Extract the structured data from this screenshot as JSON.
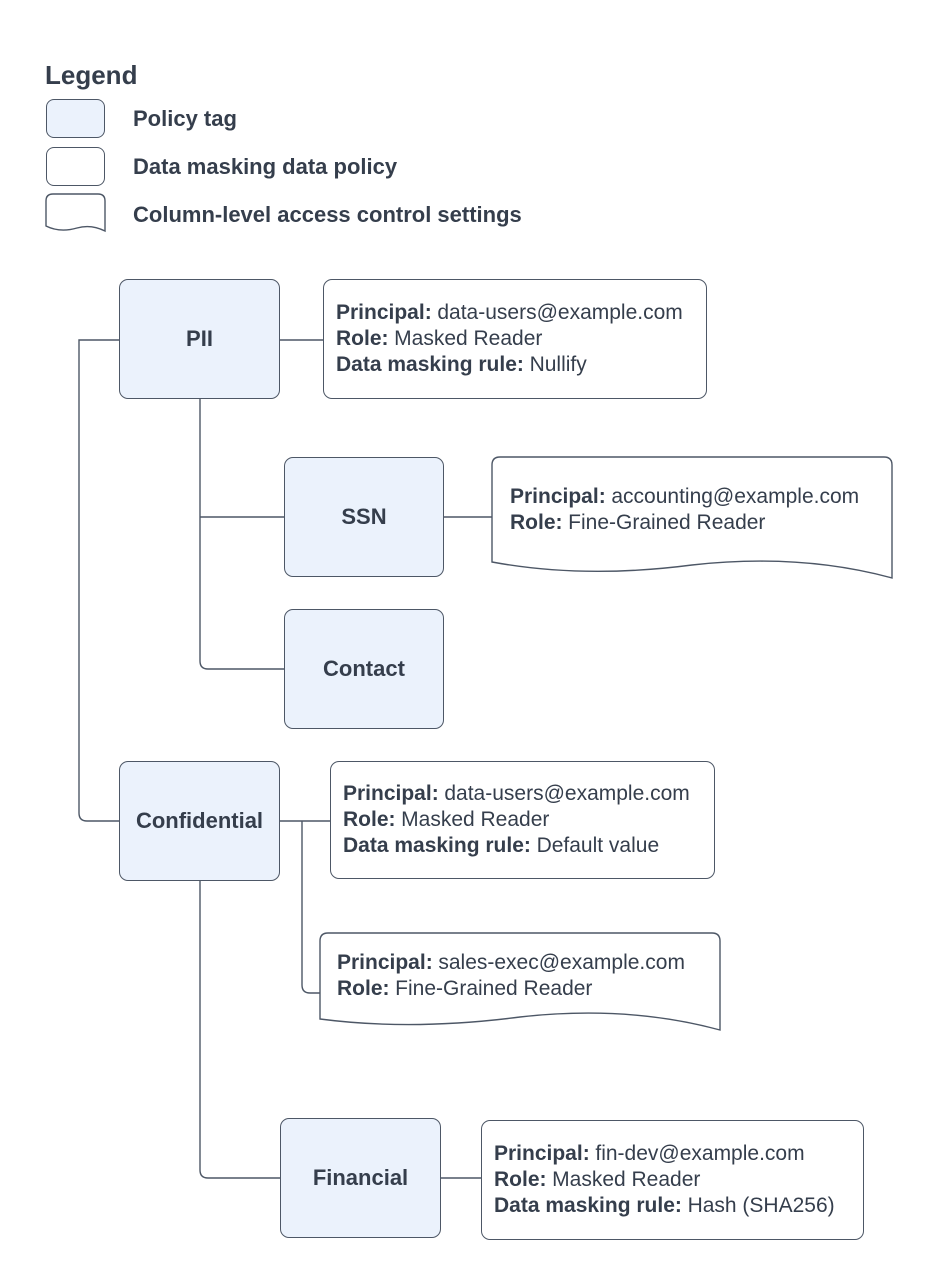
{
  "legend": {
    "title": "Legend",
    "items": [
      {
        "shape": "policy-tag",
        "label": "Policy tag"
      },
      {
        "shape": "data-masking-data-policy",
        "label": "Data masking data policy"
      },
      {
        "shape": "column-access-document",
        "label": "Column-level access control settings"
      }
    ]
  },
  "policy_tags": [
    {
      "label": "PII"
    },
    {
      "label": "SSN"
    },
    {
      "label": "Contact"
    },
    {
      "label": "Confidential"
    },
    {
      "label": "Financial"
    }
  ],
  "data_policies": [
    {
      "attached_to": "PII",
      "fields": [
        {
          "label": "Principal:",
          "value": "data-users@example.com"
        },
        {
          "label": "Role:",
          "value": "Masked Reader"
        },
        {
          "label": "Data masking rule:",
          "value": "Nullify"
        }
      ]
    },
    {
      "attached_to": "Confidential",
      "fields": [
        {
          "label": "Principal:",
          "value": "data-users@example.com"
        },
        {
          "label": "Role:",
          "value": "Masked Reader"
        },
        {
          "label": "Data masking rule:",
          "value": "Default value"
        }
      ]
    },
    {
      "attached_to": "Financial",
      "fields": [
        {
          "label": "Principal:",
          "value": "fin-dev@example.com"
        },
        {
          "label": "Role:",
          "value": "Masked Reader"
        },
        {
          "label": "Data masking rule:",
          "value": "Hash (SHA256)"
        }
      ]
    }
  ],
  "access_docs": [
    {
      "attached_to": "SSN",
      "fields": [
        {
          "label": "Principal:",
          "value": "accounting@example.com"
        },
        {
          "label": "Role:",
          "value": "Fine-Grained Reader"
        }
      ]
    },
    {
      "attached_to": "Confidential",
      "fields": [
        {
          "label": "Principal:",
          "value": "sales-exec@example.com"
        },
        {
          "label": "Role:",
          "value": "Fine-Grained Reader"
        }
      ]
    }
  ],
  "colors": {
    "background": "#FFFFFF",
    "policy_tag_fill": "#EBF2FC",
    "shape_stroke": "#4D5766",
    "text": "#353E4C"
  }
}
